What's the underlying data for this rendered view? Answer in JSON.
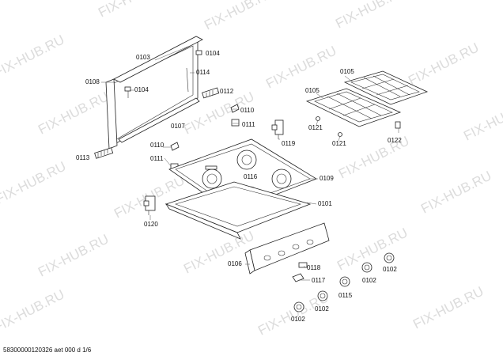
{
  "watermark": {
    "text": "FIX-HUB.RU",
    "color": "#dcdcdc"
  },
  "doc_id": "58300000120326 aet 000 d 1/6",
  "labels": [
    {
      "id": "l0103a",
      "text": "0103"
    },
    {
      "id": "l0104a",
      "text": "0104"
    },
    {
      "id": "l0108",
      "text": "0108"
    },
    {
      "id": "l0104b",
      "text": "0104"
    },
    {
      "id": "l0114",
      "text": "0114"
    },
    {
      "id": "l0112",
      "text": "0112"
    },
    {
      "id": "l0110a",
      "text": "0110"
    },
    {
      "id": "l0111a",
      "text": "0111"
    },
    {
      "id": "l0107",
      "text": "0107"
    },
    {
      "id": "l0113",
      "text": "0113"
    },
    {
      "id": "l0110b",
      "text": "0110"
    },
    {
      "id": "l0111b",
      "text": "0111"
    },
    {
      "id": "l0119",
      "text": "0119"
    },
    {
      "id": "l0105a",
      "text": "0105"
    },
    {
      "id": "l0105b",
      "text": "0105"
    },
    {
      "id": "l0121a",
      "text": "0121"
    },
    {
      "id": "l0121b",
      "text": "0121"
    },
    {
      "id": "l0122",
      "text": "0122"
    },
    {
      "id": "l0116",
      "text": "0116"
    },
    {
      "id": "l0109",
      "text": "0109"
    },
    {
      "id": "l0101",
      "text": "0101"
    },
    {
      "id": "l0120",
      "text": "0120"
    },
    {
      "id": "l0106",
      "text": "0106"
    },
    {
      "id": "l0118",
      "text": "0118"
    },
    {
      "id": "l0117",
      "text": "0117"
    },
    {
      "id": "l0115",
      "text": "0115"
    },
    {
      "id": "l0102a",
      "text": "0102"
    },
    {
      "id": "l0102b",
      "text": "0102"
    },
    {
      "id": "l0102c",
      "text": "0102"
    },
    {
      "id": "l0102d",
      "text": "0102"
    }
  ]
}
